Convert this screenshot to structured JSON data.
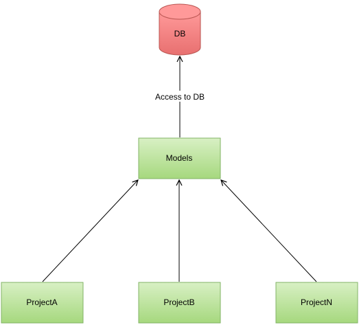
{
  "diagram": {
    "nodes": {
      "db": {
        "label": "DB",
        "shape": "cylinder",
        "fill_top": "#ff9999",
        "fill_bottom": "#e87070",
        "stroke": "#b85450"
      },
      "models": {
        "label": "Models",
        "shape": "rect",
        "fill_top": "#d8f0c4",
        "fill_bottom": "#a6d87e",
        "stroke": "#82b366"
      },
      "project_a": {
        "label": "ProjectA",
        "shape": "rect",
        "fill_top": "#d8f0c4",
        "fill_bottom": "#a6d87e",
        "stroke": "#82b366"
      },
      "project_b": {
        "label": "ProjectB",
        "shape": "rect",
        "fill_top": "#d8f0c4",
        "fill_bottom": "#a6d87e",
        "stroke": "#82b366"
      },
      "project_n": {
        "label": "ProjectN",
        "shape": "rect",
        "fill_top": "#d8f0c4",
        "fill_bottom": "#a6d87e",
        "stroke": "#82b366"
      }
    },
    "edges": [
      {
        "from": "models",
        "to": "db",
        "label": "Access to DB"
      },
      {
        "from": "project_a",
        "to": "models",
        "label": ""
      },
      {
        "from": "project_b",
        "to": "models",
        "label": ""
      },
      {
        "from": "project_n",
        "to": "models",
        "label": ""
      }
    ],
    "edge_color": "#000000"
  }
}
